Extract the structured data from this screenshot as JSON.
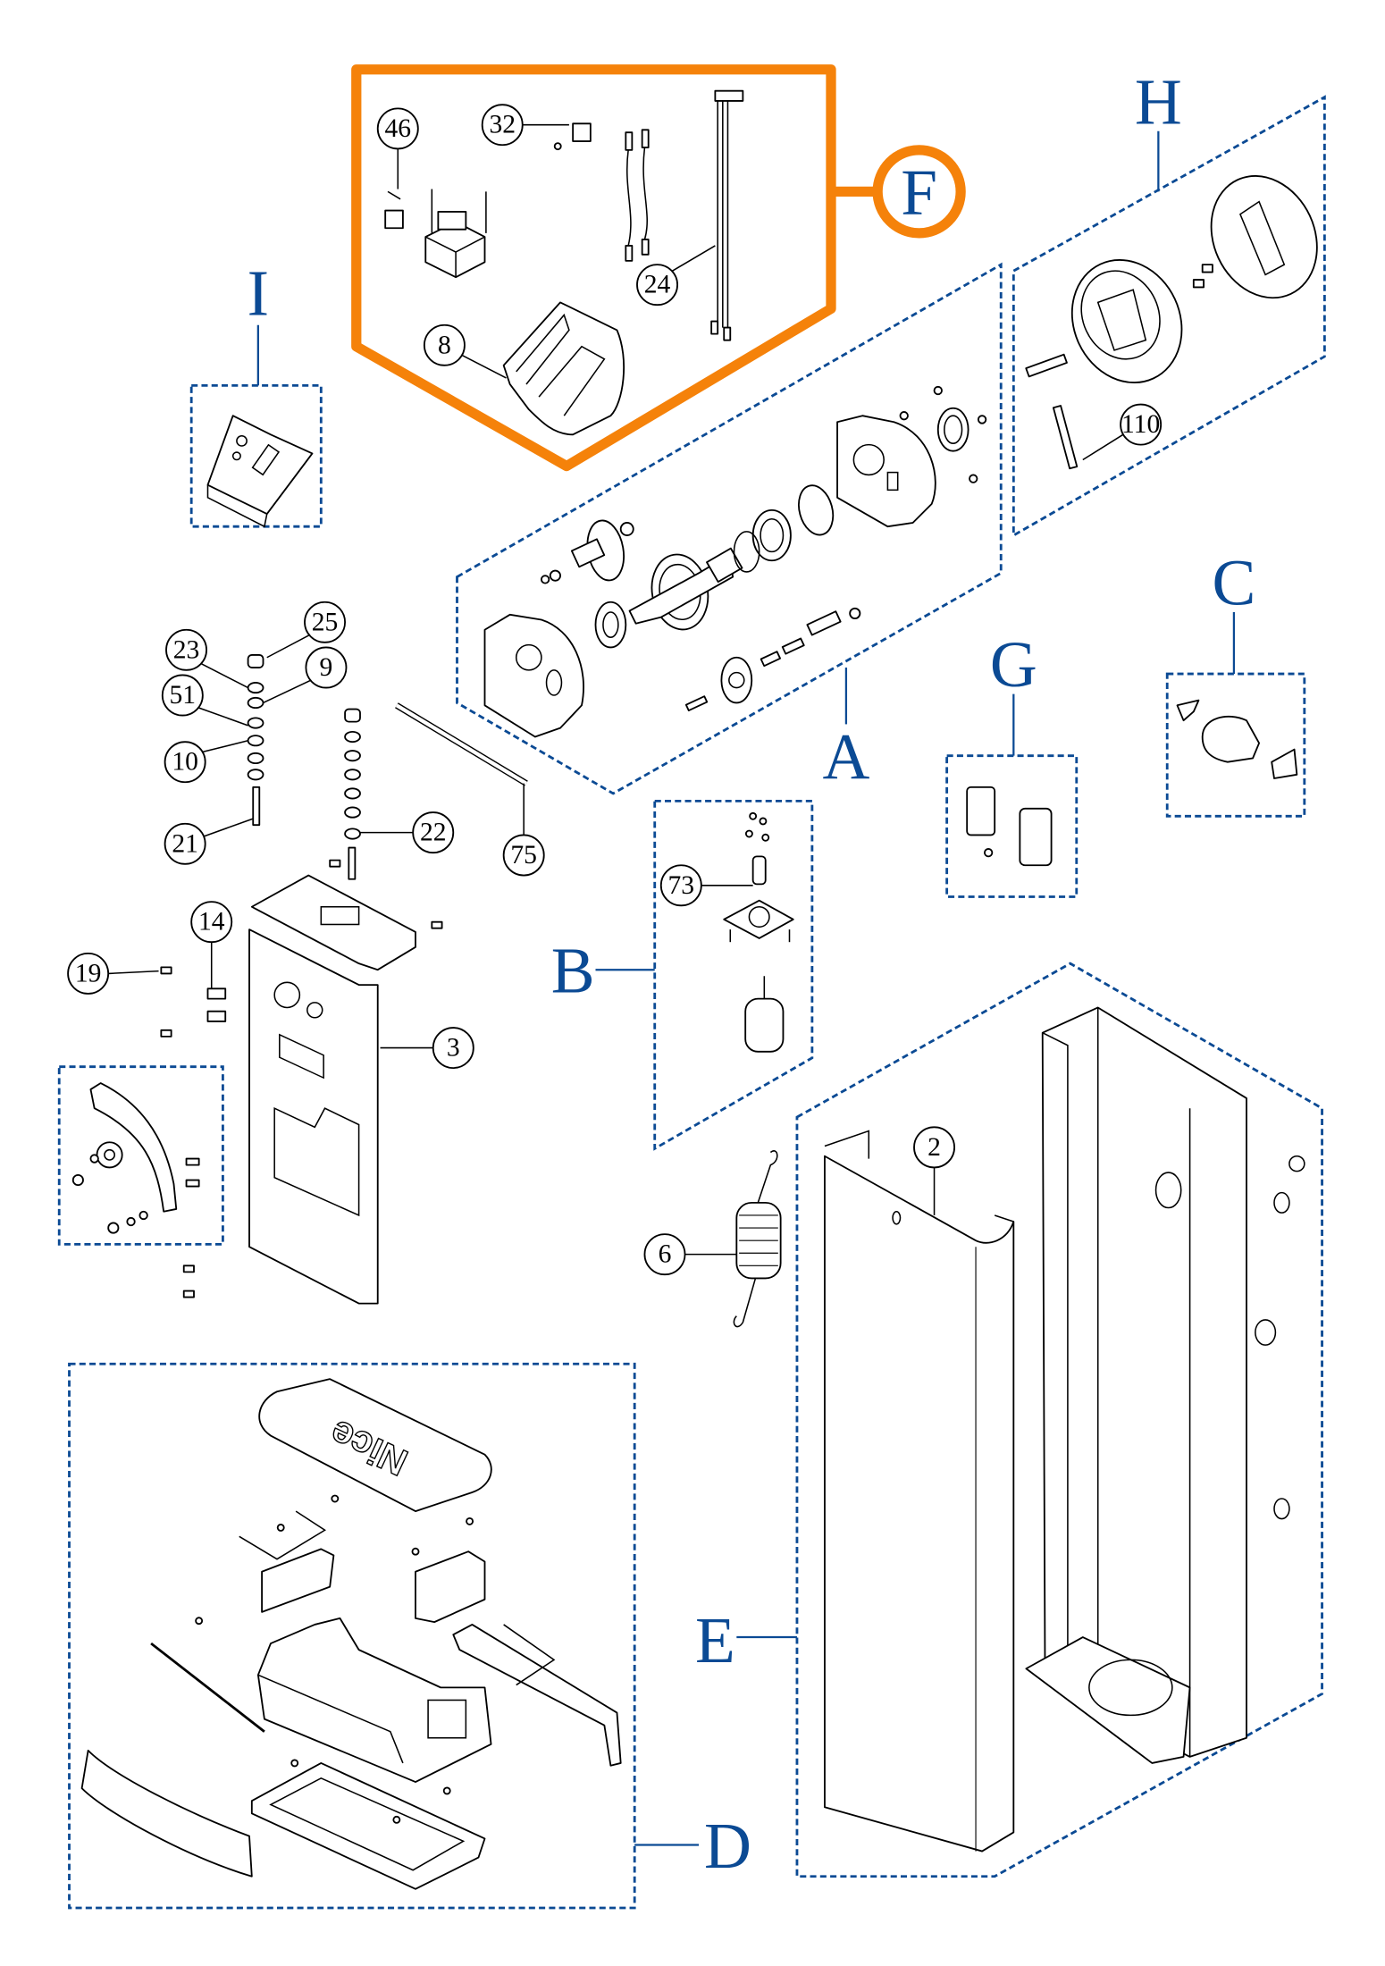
{
  "diagram": {
    "type": "exploded parts diagram",
    "colors": {
      "group_outline": "#0b4a94",
      "highlight": "#f5820a",
      "part_lines": "#000000"
    },
    "highlighted_group": "F",
    "groups": {
      "A": "A",
      "B": "B",
      "C": "C",
      "D": "D",
      "E": "E",
      "F": "F",
      "G": "G",
      "H": "H",
      "I": "I"
    },
    "callouts": {
      "c46": "46",
      "c32": "32",
      "c24": "24",
      "c8": "8",
      "c110": "110",
      "c25": "25",
      "c23": "23",
      "c9": "9",
      "c51": "51",
      "c10": "10",
      "c21": "21",
      "c22": "22",
      "c75": "75",
      "c14": "14",
      "c19": "19",
      "c3": "3",
      "c73": "73",
      "c2": "2",
      "c6": "6"
    },
    "cover_logo": "Nice"
  }
}
